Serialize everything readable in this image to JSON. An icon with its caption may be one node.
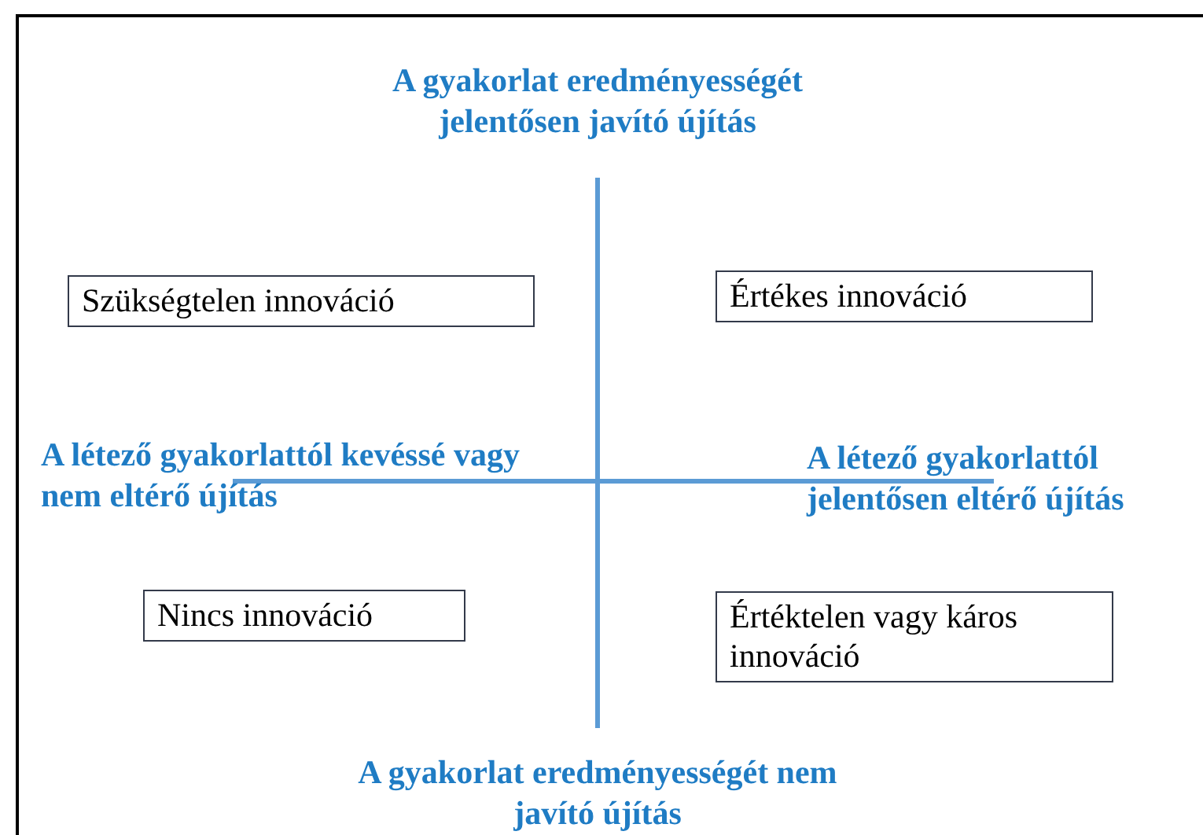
{
  "diagram": {
    "nodes": [
      {
        "text": [
          "Szükségtelen innováció"
        ]
      },
      {
        "text": [
          "Értékes innováció"
        ]
      },
      {
        "text": [
          "Nincs innováció"
        ]
      },
      {
        "text": [
          "Értéktelen vagy káros innováció"
        ]
      }
    ],
    "labels": [
      "A gyakorlat eredményességét jelentősen javító újítás",
      "A létező gyakorlattól kevéssé vagy nem eltérő újítás",
      "A létező gyakorlattól jelentősen eltérő újítás",
      "A gyakorlat eredményességét nem javító újítás"
    ]
  }
}
